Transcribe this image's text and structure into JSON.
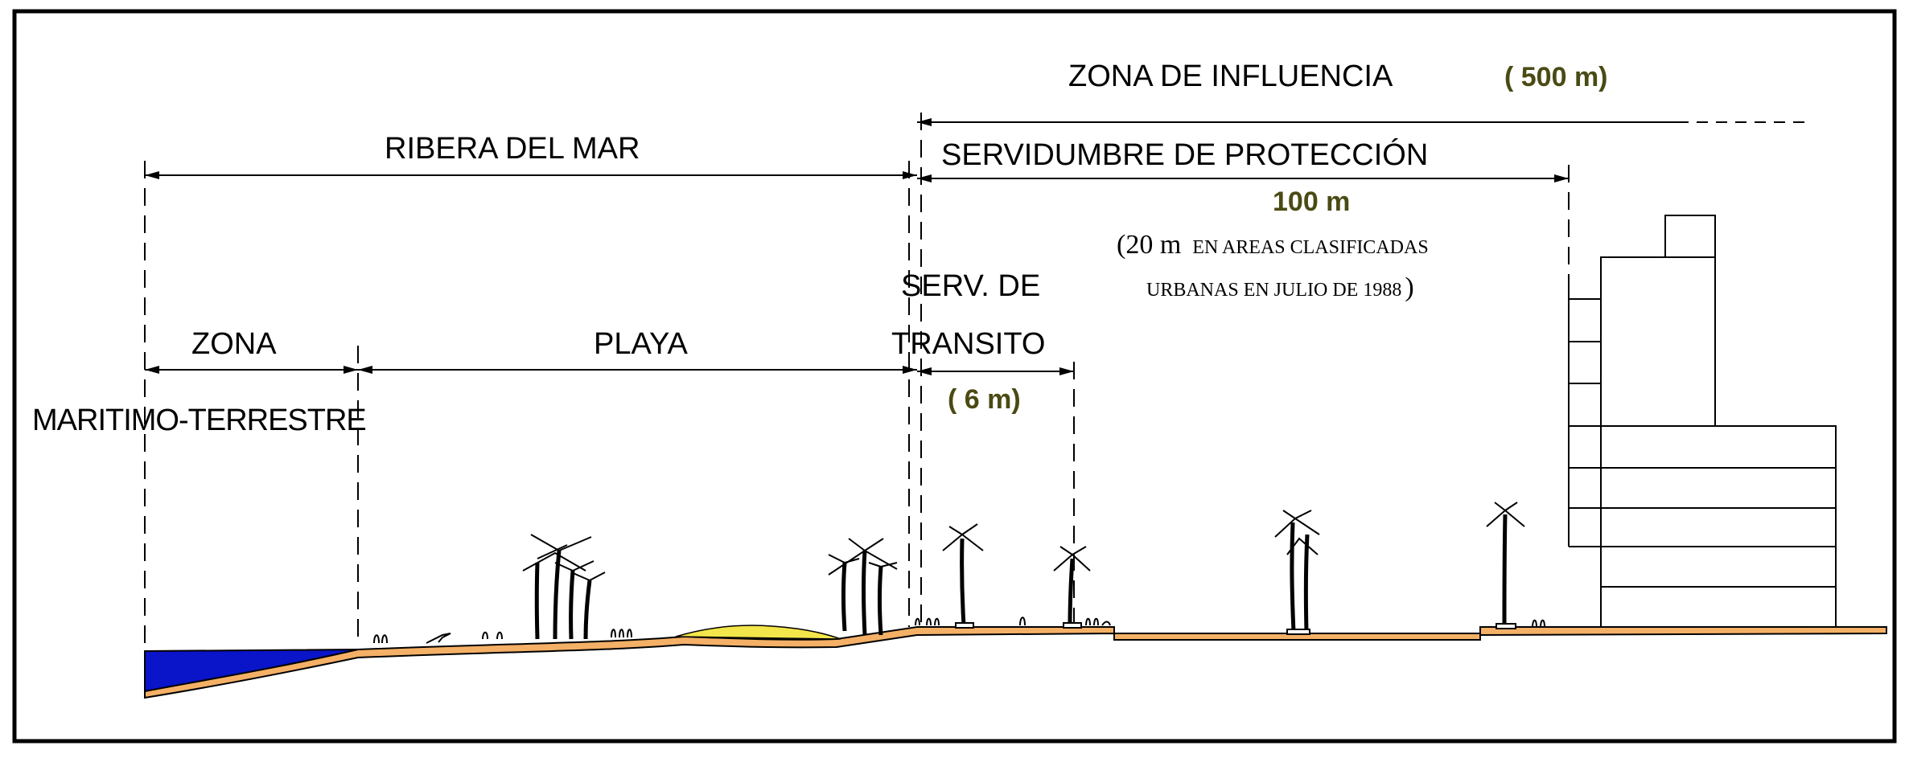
{
  "labels": {
    "zona_influencia": "ZONA DE INFLUENCIA",
    "zona_influencia_dim": "( 500 m)",
    "ribera_del_mar": "RIBERA DEL MAR",
    "servidumbre_proteccion": "SERVIDUMBRE DE PROTECCIÓN",
    "proteccion_dim": "100 m",
    "urban_note_value": "(20 m",
    "urban_note_line1": "EN AREAS CLASIFICADAS",
    "urban_note_line2": "URBANAS EN JULIO DE 1988",
    "urban_note_close": ")",
    "serv_transito_line1": "SERV. DE",
    "serv_transito_line2": "TRANSITO",
    "transito_dim": "( 6 m)",
    "zona": "ZONA",
    "maritimo_terrestre": "MARITIMO-TERRESTRE",
    "playa": "PLAYA"
  },
  "colors": {
    "line": "#000000",
    "annotation": "#4a4a14",
    "sea": "#0a14c8",
    "ground": "#f4b066",
    "sand": "#f2e64a"
  }
}
